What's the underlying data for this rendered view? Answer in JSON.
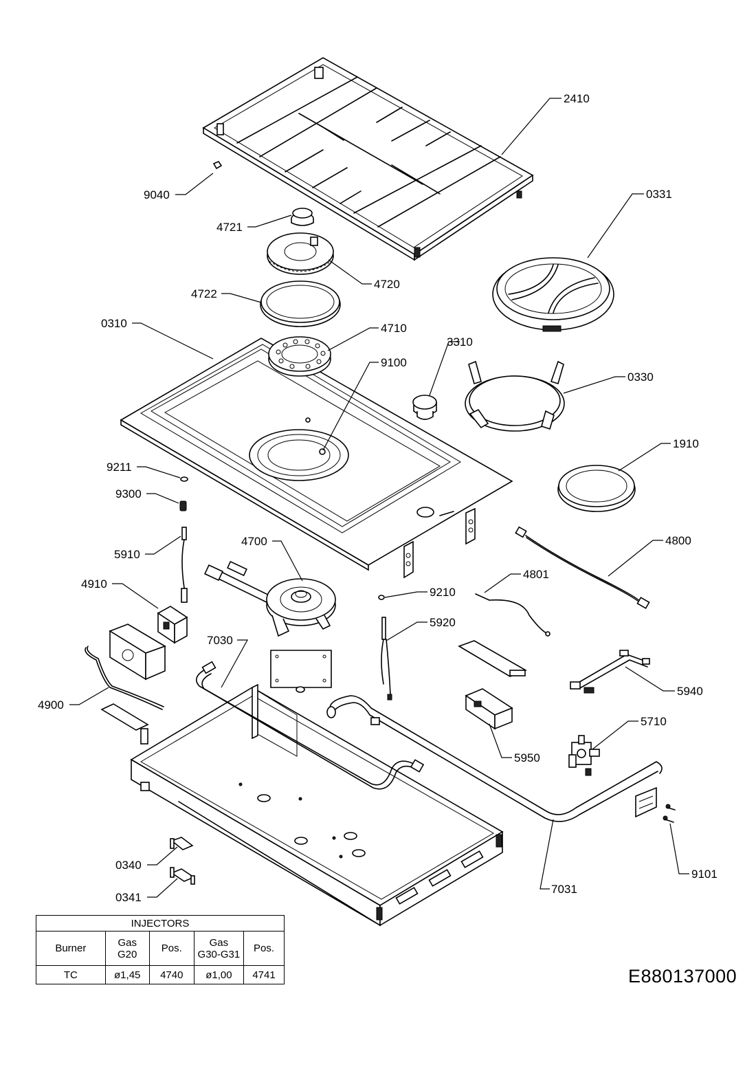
{
  "part_labels": {
    "p2410": "2410",
    "p9040": "9040",
    "p0331": "0331",
    "p4721": "4721",
    "p4720": "4720",
    "p4722": "4722",
    "p0310": "0310",
    "p4710": "4710",
    "p3310": "3310",
    "p9100": "9100",
    "p0330": "0330",
    "p1910": "1910",
    "p9211": "9211",
    "p9300": "9300",
    "p4800": "4800",
    "p5910": "5910",
    "p4700": "4700",
    "p4801": "4801",
    "p4910": "4910",
    "p9210": "9210",
    "p5920": "5920",
    "p7030": "7030",
    "p5940": "5940",
    "p4900": "4900",
    "p5710": "5710",
    "p5950": "5950",
    "p0340": "0340",
    "p9101": "9101",
    "p7031": "7031",
    "p0341": "0341"
  },
  "injectors": {
    "title": "INJECTORS",
    "headers": [
      "Burner",
      "Gas\nG20",
      "Pos.",
      "Gas\nG30-G31",
      "Pos."
    ],
    "rows": [
      [
        "TC",
        "ø1,45",
        "4740",
        "ø1,00",
        "4741"
      ]
    ]
  },
  "drawing_code": "E880137000"
}
